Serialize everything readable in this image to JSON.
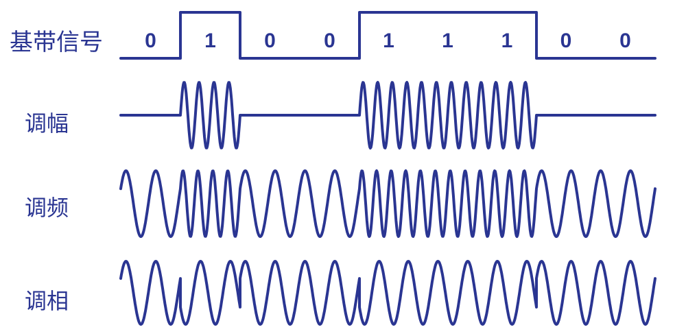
{
  "labels": {
    "baseband": "基带信号",
    "am": "调幅",
    "fm": "调频",
    "pm": "调相"
  },
  "bits": [
    "0",
    "1",
    "0",
    "0",
    "1",
    "1",
    "1",
    "0",
    "0"
  ],
  "carrier_cycles_per_bit": {
    "am_one": 4,
    "fm_zero": 2,
    "fm_one": 4,
    "pm": 2
  },
  "colors": {
    "line": "#2a3592",
    "background": "#ffffff"
  }
}
